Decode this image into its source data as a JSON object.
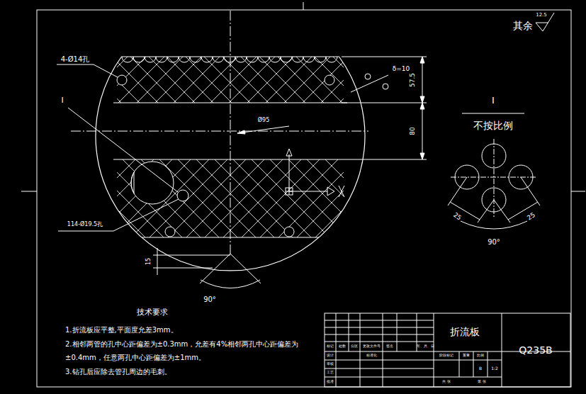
{
  "diagram": {
    "labels": [
      "其余",
      "12.5",
      "4-Ø14孔",
      "I",
      "δ=10",
      "57.5",
      "Ø95",
      "80",
      "114-Ø19.5孔",
      "15",
      "90°",
      "I",
      "不按比例",
      "25",
      "25",
      "90°",
      "技术要求",
      "1.折流板应平整,平面度允差3mm。",
      "2.相邻两管的孔中心距偏差为±0.3mm，允差有4%相邻两孔中心距偏差为",
      "±0.4mm，任意两孔中心距偏差为±1mm。",
      "3.钻孔后应除去管孔周边的毛刺。",
      "折流板",
      "Q235B",
      "标记",
      "处数",
      "分区",
      "更改文件号",
      "签名",
      "年、月、日",
      "设计",
      "标准化",
      "审核",
      "工艺",
      "批准",
      "阶段标记",
      "重量",
      "比例",
      "B",
      "1:2",
      "共 张",
      "第 张"
    ]
  }
}
